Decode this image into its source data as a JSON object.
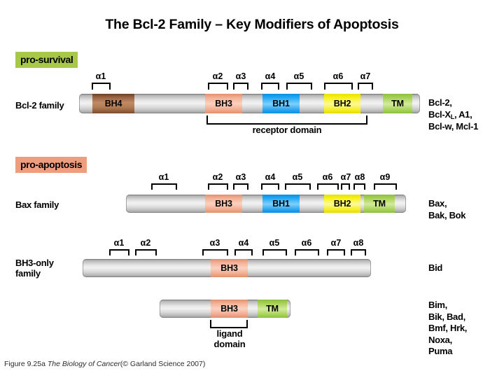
{
  "title": "The Bcl-2 Family – Key Modifiers of Apoptosis",
  "caption": {
    "figure_number": "Figure 9.25a",
    "source_title": "The Biology of Cancer",
    "credit": "(© Garland Science 2007)"
  },
  "badges": {
    "pro_survival": {
      "label": "pro-survival",
      "color": "#A8C84A"
    },
    "pro_apoptosis": {
      "label": "pro-apoptosis",
      "color": "#EE9E7E"
    }
  },
  "domain_colors": {
    "BH4": "#a9714a",
    "BH3": "#f5b99e",
    "BH1": "#38b0f2",
    "BH2": "#f7ef3a",
    "TM": "#aed566"
  },
  "rows": [
    {
      "id": "bcl2-family",
      "label": "Bcl-2 family",
      "genes": "Bcl-2,\nBcl-XL, A1,\nBcl-w, Mcl-1",
      "genes_has_subscript": true,
      "helices": [
        "α1",
        "α2",
        "α3",
        "α4",
        "α5",
        "α6",
        "α7"
      ],
      "domains": [
        "BH4",
        "BH3",
        "BH1",
        "BH2",
        "TM"
      ],
      "bracket_label": "receptor domain"
    },
    {
      "id": "bax-family",
      "label": "Bax family",
      "genes": "Bax,\nBak, Bok",
      "genes_has_subscript": false,
      "helices": [
        "α1",
        "α2",
        "α3",
        "α4",
        "α5",
        "α6",
        "α7",
        "α8",
        "α9"
      ],
      "domains": [
        "BH3",
        "BH1",
        "BH2",
        "TM"
      ],
      "bracket_label": ""
    },
    {
      "id": "bh3-only-family",
      "label": "BH3-only\nfamily",
      "genes": "Bid",
      "genes_has_subscript": false,
      "helices": [
        "α1",
        "α2",
        "α3",
        "α4",
        "α5",
        "α6",
        "α7",
        "α8"
      ],
      "domains": [
        "BH3"
      ],
      "bracket_label": ""
    },
    {
      "id": "bh3-only-tm",
      "label": "",
      "genes": "Bim,\nBik, Bad,\nBmf, Hrk,\nNoxa,\nPuma",
      "genes_has_subscript": false,
      "helices": [],
      "domains": [
        "BH3",
        "TM"
      ],
      "bracket_label": "ligand\ndomain"
    }
  ],
  "labels": {
    "row1_label": "Bcl-2 family",
    "row2_label": "Bax family",
    "row3_label": "BH3-only\nfamily",
    "row1_genes": "Bcl-2,",
    "row1_genes_line2_a": "Bcl-X",
    "row1_genes_line2_sub": "L",
    "row1_genes_line2_b": ", A1,",
    "row1_genes_line3": "Bcl-w, Mcl-1",
    "row2_genes": "Bax,\nBak, Bok",
    "row3_genes": "Bid",
    "row4_genes": "Bim,\nBik, Bad,\nBmf, Hrk,\nNoxa,\nPuma",
    "receptor_domain": "receptor domain",
    "ligand_domain": "ligand\ndomain"
  },
  "domain_text": {
    "bh4": "BH4",
    "bh3": "BH3",
    "bh1": "BH1",
    "bh2": "BH2",
    "tm": "TM"
  },
  "helix_text": {
    "a1": "α1",
    "a2": "α2",
    "a3": "α3",
    "a4": "α4",
    "a5": "α5",
    "a6": "α6",
    "a7": "α7",
    "a8": "α8",
    "a9": "α9"
  }
}
